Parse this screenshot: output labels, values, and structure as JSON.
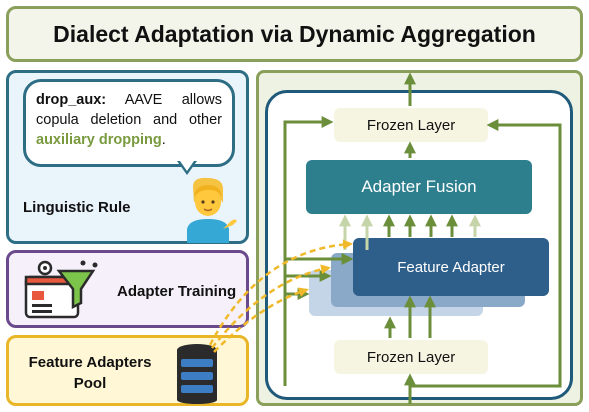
{
  "title": "Dialect Adaptation via Dynamic Aggregation",
  "linguistic_rule": {
    "rule_name": "drop_aux:",
    "rule_text_1": "AAVE allows copula deletion and other",
    "rule_highlight": "auxiliary dropping",
    "rule_text_2": ".",
    "label": "Linguistic Rule",
    "icon": "person-tipping-hand-icon"
  },
  "adapter_training": {
    "label": "Adapter Training",
    "icon": "training-filter-icon"
  },
  "adapters_pool": {
    "label_line1": "Feature Adapters",
    "label_line2": "Pool",
    "icon": "database-icon"
  },
  "architecture": {
    "frozen_top": "Frozen Layer",
    "frozen_bottom": "Frozen Layer",
    "fusion": "Adapter Fusion",
    "feature_adapter": "Feature Adapter"
  },
  "colors": {
    "title_border": "#8aa05a",
    "rule_border": "#2d6e84",
    "training_border": "#6a4a8c",
    "pool_border": "#e9b628",
    "fusion": "#2d7f8e",
    "feature_adapter": "#2e5f8a",
    "arrow": "#6b8e3a",
    "dashed_arrow": "#f0b92a",
    "highlight_text": "#7a9a3f"
  }
}
